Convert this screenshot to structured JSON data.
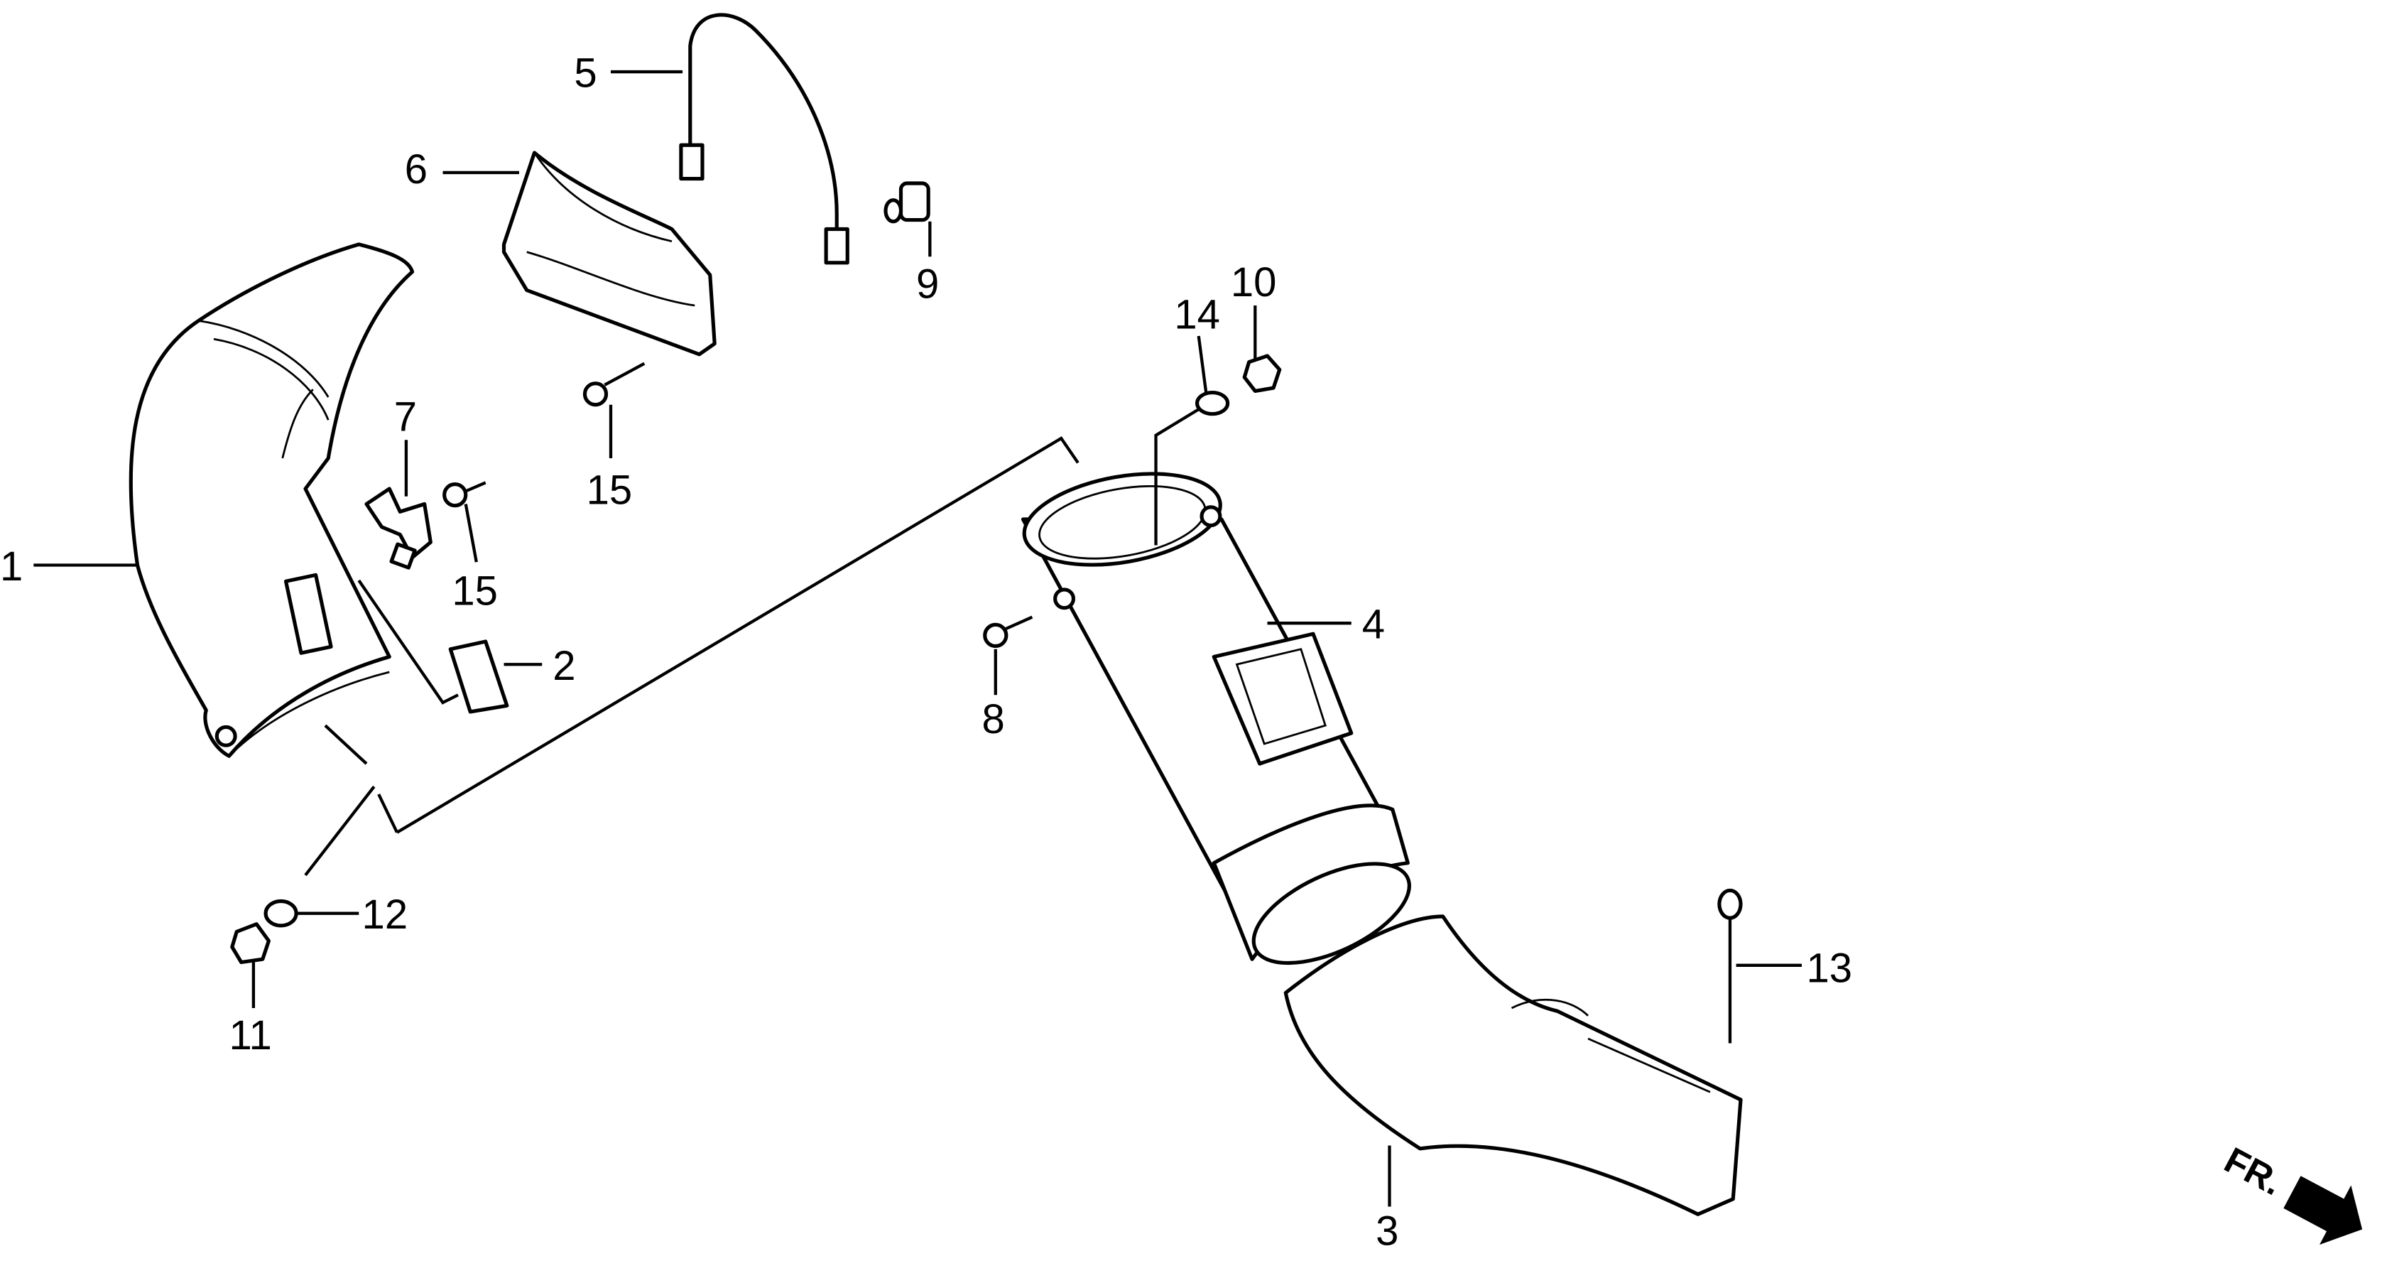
{
  "diagram": {
    "callouts": [
      {
        "id": "1",
        "label": "1"
      },
      {
        "id": "2",
        "label": "2"
      },
      {
        "id": "3",
        "label": "3"
      },
      {
        "id": "4",
        "label": "4"
      },
      {
        "id": "5",
        "label": "5"
      },
      {
        "id": "6",
        "label": "6"
      },
      {
        "id": "7",
        "label": "7"
      },
      {
        "id": "8",
        "label": "8"
      },
      {
        "id": "9",
        "label": "9"
      },
      {
        "id": "10",
        "label": "10"
      },
      {
        "id": "11",
        "label": "11"
      },
      {
        "id": "12",
        "label": "12"
      },
      {
        "id": "13",
        "label": "13"
      },
      {
        "id": "14",
        "label": "14"
      },
      {
        "id": "15a",
        "label": "15"
      },
      {
        "id": "15b",
        "label": "15"
      }
    ],
    "direction_marker": "FR."
  }
}
